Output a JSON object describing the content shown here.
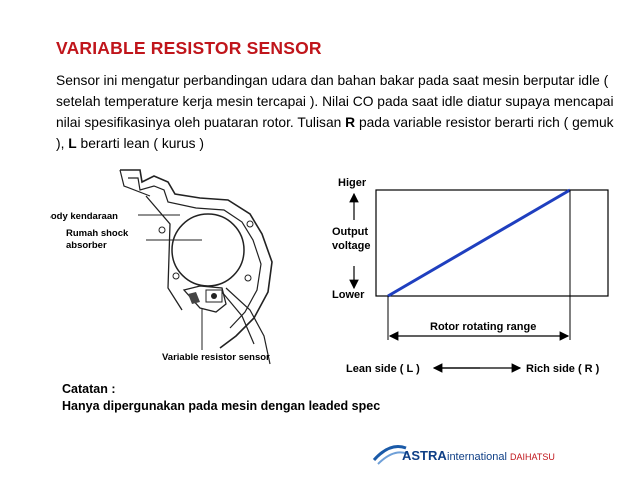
{
  "slide": {
    "title": "VARIABLE RESISTOR SENSOR",
    "paragraph": {
      "s1": "Sensor ini mengatur perbandingan udara dan bahan bakar pada saat mesin berputar idle ( setelah temperature kerja mesin tercapai ). Nilai CO pada saat idle diatur supaya mencapai nilai spesifikasinya oleh puataran rotor. Tulisan ",
      "r": "R",
      "s2": " pada variable resistor berarti rich ( gemuk ), ",
      "l": "L",
      "s3": " berarti lean ( kurus )"
    },
    "note_title": "Catatan :",
    "note_body": "Hanya dipergunakan pada mesin dengan leaded spec",
    "title_color": "#c0151b"
  },
  "drawing": {
    "label_body": "Body kendaraan",
    "label_housing_1": "Rumah shock",
    "label_housing_2": "absorber",
    "label_sensor": "Variable resistor sensor"
  },
  "graph": {
    "y_top": "Higer",
    "y_mid_1": "Output",
    "y_mid_2": "voltage",
    "y_bottom": "Lower",
    "range_label": "Rotor rotating range",
    "lean": "Lean side ( L )",
    "rich": "Rich side ( R )",
    "line_color": "#1f3fbf"
  },
  "logo": {
    "brand": "ASTRA",
    "sub": "international",
    "partner": "DAIHATSU"
  }
}
